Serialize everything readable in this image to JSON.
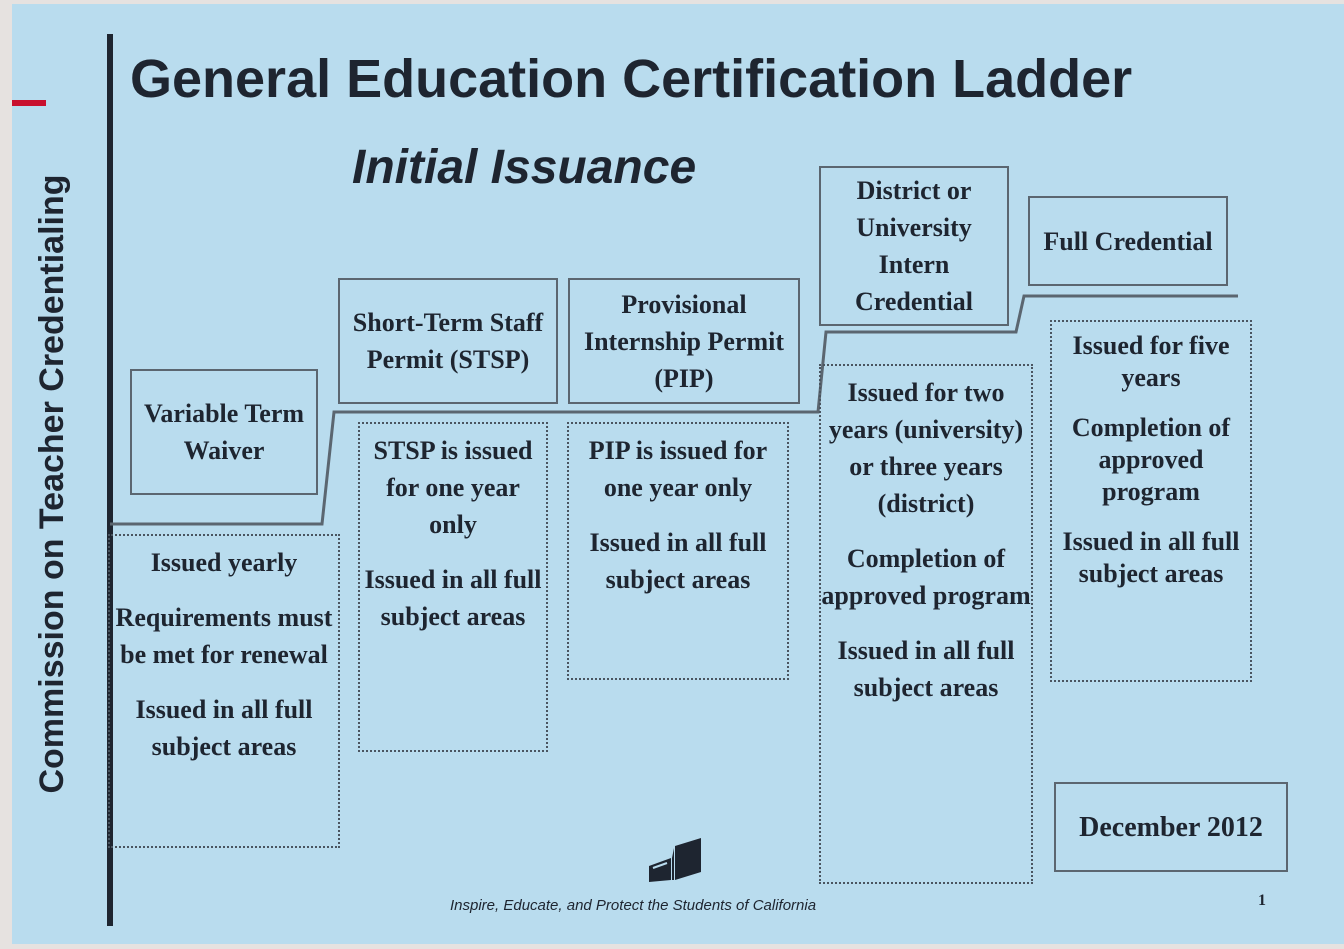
{
  "sidebar_text": "Commission on Teacher Credentialing",
  "title": "General Education Certification Ladder",
  "subtitle": "Initial Issuance",
  "steps": [
    {
      "name": "Variable Term Waiver",
      "details": [
        "Issued yearly",
        "Requirements must be met for renewal",
        "Issued in all full subject areas"
      ]
    },
    {
      "name": "Short-Term Staff Permit (STSP)",
      "details": [
        "STSP is issued for one year only",
        "Issued in all full subject areas"
      ]
    },
    {
      "name": "Provisional Internship Permit (PIP)",
      "details": [
        "PIP is issued for one year only",
        "Issued in all full subject areas"
      ]
    },
    {
      "name": "District or University Intern Credential",
      "details": [
        "Issued for two years (university) or three years (district)",
        "Completion of approved program",
        "Issued in all full subject areas"
      ]
    },
    {
      "name": "Full Credential",
      "details": [
        "Issued for five years",
        "Completion of approved program",
        "Issued in all full subject areas"
      ]
    }
  ],
  "date_box": "December 2012",
  "footer": "Inspire, Educate, and Protect the Students of California",
  "page_number": "1",
  "colors": {
    "background": "#b9dcee",
    "text": "#1e2530",
    "accent": "#c8102e"
  },
  "logo_icon": "open-book-icon"
}
